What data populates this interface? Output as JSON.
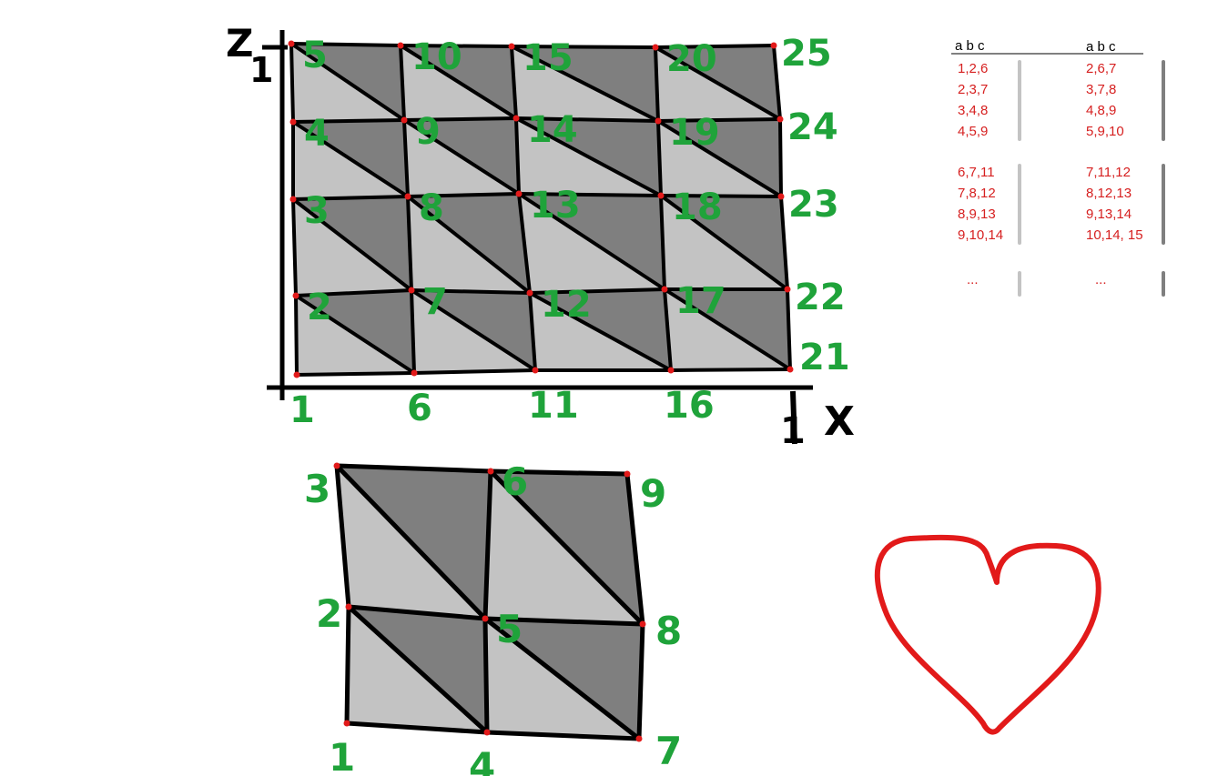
{
  "colors": {
    "light_tri": "#c3c3c3",
    "dark_tri": "#7f7f7f",
    "edge": "#000000",
    "vertex_dot": "#e21a1a",
    "label": "#1fa33a",
    "table_text": "#d62020",
    "heart": "#e21a1a"
  },
  "top_grid": {
    "axis_z_label": "Z",
    "axis_x_label": "X",
    "axis_z_tick": "1",
    "axis_x_tick": "1",
    "vertex_labels": [
      "1",
      "2",
      "3",
      "4",
      "5",
      "6",
      "7",
      "8",
      "9",
      "10",
      "11",
      "12",
      "13",
      "14",
      "15",
      "16",
      "17",
      "18",
      "19",
      "20",
      "21",
      "22",
      "23",
      "24",
      "25"
    ]
  },
  "bottom_grid": {
    "vertex_labels": [
      "1",
      "2",
      "3",
      "4",
      "5",
      "6",
      "7",
      "8",
      "9"
    ]
  },
  "table": {
    "header": "a b c",
    "left_column": [
      [
        "1,2,6",
        "2,3,7",
        "3,4,8",
        "4,5,9"
      ],
      [
        "6,7,11",
        "7,8,12",
        "8,9,13",
        "9,10,14"
      ],
      [
        "..."
      ]
    ],
    "right_column": [
      [
        "2,6,7",
        "3,7,8",
        "4,8,9",
        "5,9,10"
      ],
      [
        "7,11,12",
        "8,12,13",
        "9,13,14",
        "10,14, 15"
      ],
      [
        "..."
      ]
    ]
  },
  "heart": {
    "shape": "heart-outline"
  }
}
